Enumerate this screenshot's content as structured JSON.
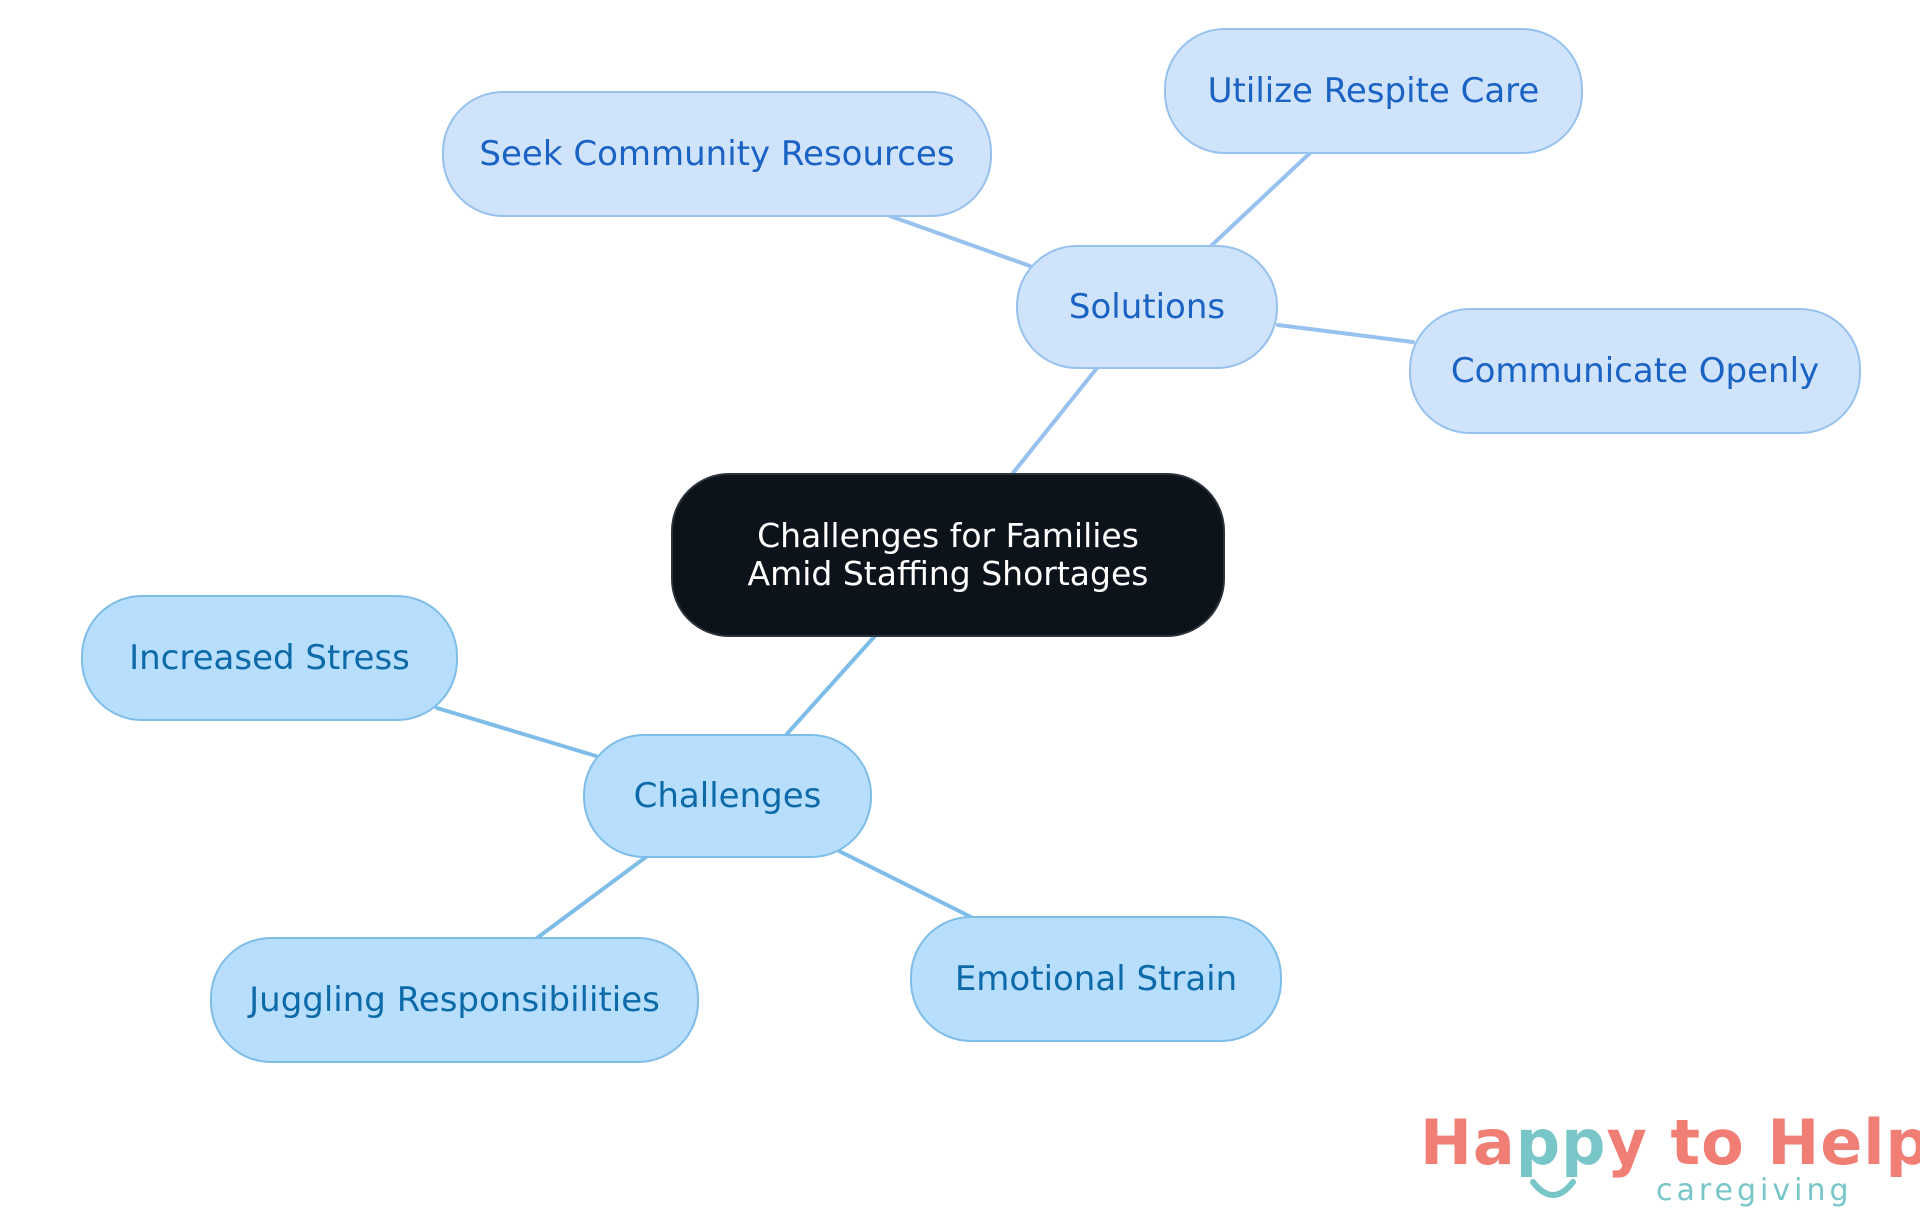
{
  "root": {
    "label": "Challenges for Families Amid Staffing Shortages"
  },
  "branches": {
    "solutions": {
      "label": "Solutions",
      "children": [
        "Seek Community Resources",
        "Utilize Respite Care",
        "Communicate Openly"
      ]
    },
    "challenges": {
      "label": "Challenges",
      "children": [
        "Increased Stress",
        "Juggling Responsibilities",
        "Emotional Strain"
      ]
    }
  },
  "logo": {
    "line1_part1": "Ha",
    "line1_part2": "pp",
    "line1_part3": "y to Help",
    "line2": "caregiving"
  },
  "colors": {
    "root_fill": "#0c131b",
    "root_text": "#ffffff",
    "solutions_fill": "#cfe3fb",
    "solutions_text": "#1a62c4",
    "solutions_edge": "#97c1ee",
    "challenges_fill": "#b7defc",
    "challenges_text": "#0d6aa8",
    "challenges_edge": "#7fbde9",
    "logo_coral": "#f07e74",
    "logo_teal": "#79c6c8"
  }
}
